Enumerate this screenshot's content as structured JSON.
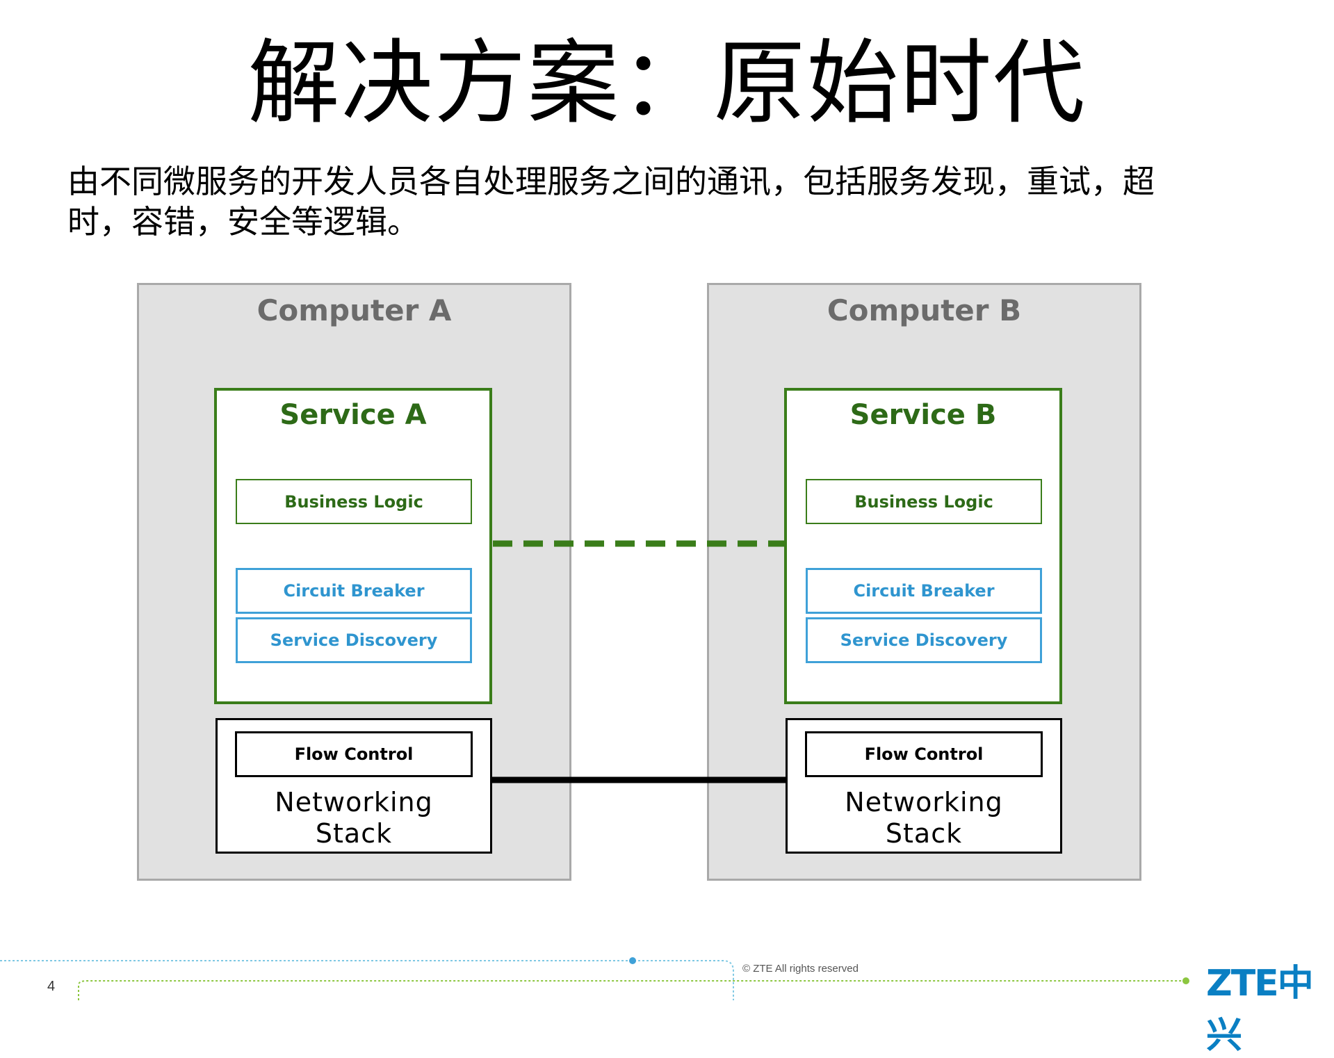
{
  "slide": {
    "title": "解决方案：原始时代",
    "body": "由不同微服务的开发人员各自处理服务之间的通讯，包括服务发现，重试，超时，容错，安全等逻辑。",
    "page_number": "4",
    "copyright": "© ZTE All rights reserved",
    "logo_text": "ZTE中兴"
  },
  "diagram": {
    "computer_a": {
      "title": "Computer A",
      "service": {
        "title": "Service A",
        "business_logic": "Business Logic",
        "circuit_breaker": "Circuit Breaker",
        "service_discovery": "Service Discovery"
      },
      "network": {
        "flow_control": "Flow Control",
        "label_line1": "Networking",
        "label_line2": "Stack"
      }
    },
    "computer_b": {
      "title": "Computer B",
      "service": {
        "title": "Service B",
        "business_logic": "Business Logic",
        "circuit_breaker": "Circuit Breaker",
        "service_discovery": "Service Discovery"
      },
      "network": {
        "flow_control": "Flow Control",
        "label_line1": "Networking",
        "label_line2": "Stack"
      }
    },
    "colors": {
      "computer_bg": "#e1e1e1",
      "service_border": "#3a7d1a",
      "library_border": "#3fa1d8",
      "logical_link": "#3a7d1a",
      "physical_link": "#000000",
      "brand": "#0a7fc3"
    }
  }
}
